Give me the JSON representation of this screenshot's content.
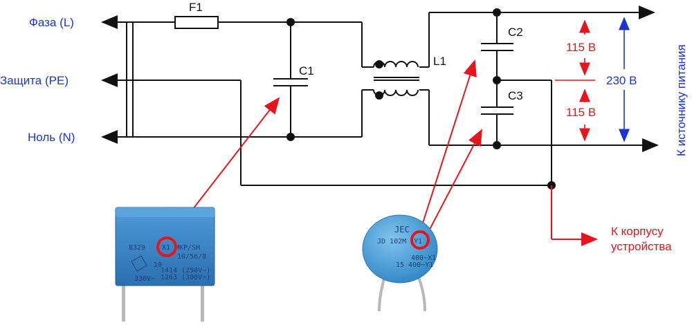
{
  "labels": {
    "phase": "Фаза (L)",
    "protect": "Защита (PE)",
    "neutral": "Ноль (N)",
    "fuse": "F1",
    "c1": "C1",
    "c2": "C2",
    "c3": "C3",
    "l1": "L1",
    "v_top": "115 В",
    "v_bottom": "115 В",
    "v_total": "230 В",
    "to_power_source": "К источнику питания",
    "to_case_line1": "К корпусу",
    "to_case_line2": "устройства"
  },
  "x_cap": {
    "line1": "B329",
    "mark": "X1",
    "line1b": "MKP/SH",
    "line2": "10/56/B",
    "line3": "10",
    "line4": "1414 (250V~)",
    "line5": "1263 (300V~)",
    "line6": "330V~"
  },
  "y_cap": {
    "brand": "JEC",
    "line1": "JD 102M",
    "mark": "Y1",
    "line2": "400~X1",
    "line3": "15 400~Y1"
  },
  "colors": {
    "wire": "#111111",
    "label_blue": "#1a33d6",
    "arrow_red": "#e8141c",
    "cap_blue": "#3a86c8",
    "disc_blue": "#4aa3dc"
  }
}
